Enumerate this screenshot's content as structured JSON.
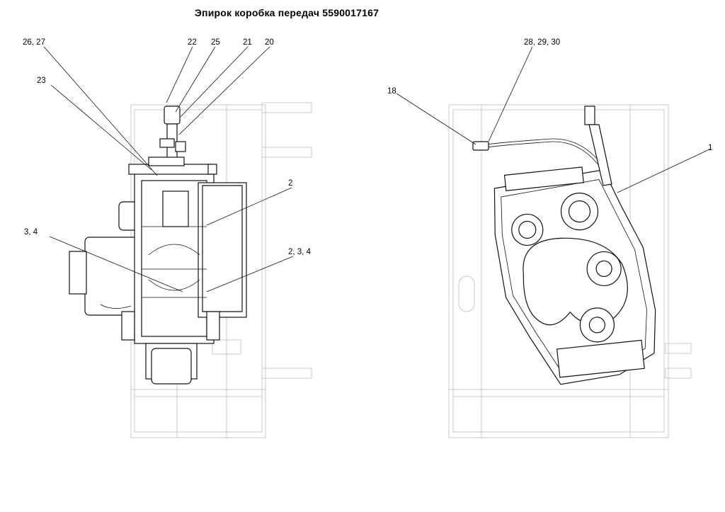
{
  "title": "Эпирок коробка передач 5590017167",
  "callouts": {
    "c_26_27": "26, 27",
    "c_22": "22",
    "c_25": "25",
    "c_21": "21",
    "c_20": "20",
    "c_23": "23",
    "c_2": "2",
    "c_3_4": "3, 4",
    "c_2_3_4": "2, 3, 4",
    "c_28_29_30": "28, 29, 30",
    "c_18": "18",
    "c_1": "1"
  }
}
